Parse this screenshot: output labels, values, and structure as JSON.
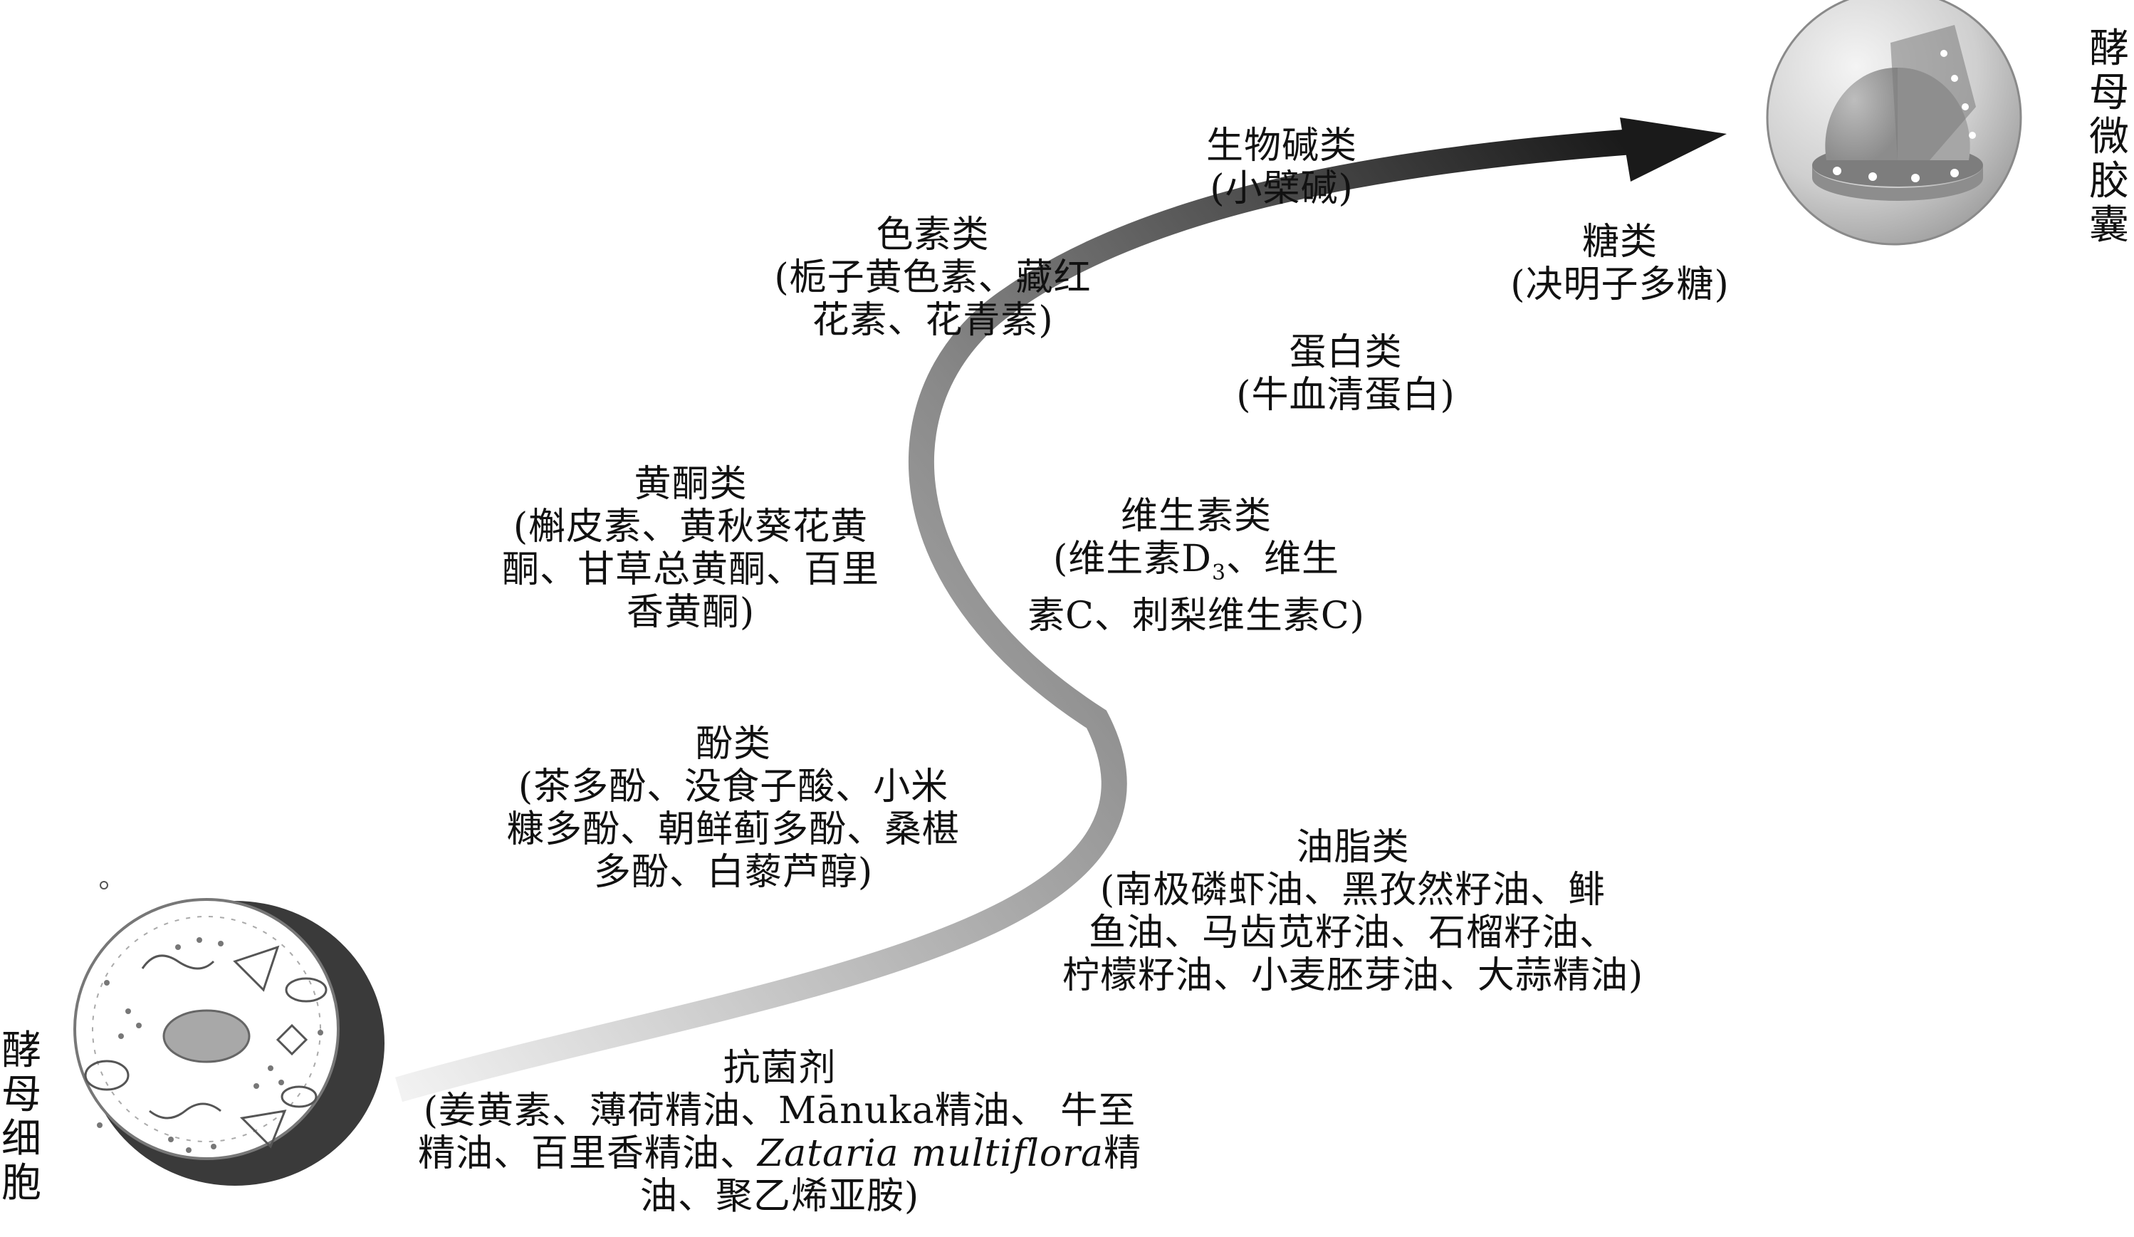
{
  "cells": {
    "yeast_cell_label": "酵母细胞",
    "yeast_microcapsule_label": "酵母微胶囊"
  },
  "groups": {
    "antibacterial": {
      "title": "抗菌剂",
      "line1": "(姜黄素、薄荷精油、Mānuka精油、 牛至",
      "line2a": "精油、百里香精油、",
      "line2_italic": "Zataria multiflora",
      "line2b": "精",
      "line3": "油、聚乙烯亚胺)"
    },
    "phenols": {
      "title": "酚类",
      "line1": "(茶多酚、没食子酸、小米",
      "line2": "糠多酚、朝鲜蓟多酚、桑椹",
      "line3": "多酚、白藜芦醇)"
    },
    "flavonoids": {
      "title": "黄酮类",
      "line1": "(槲皮素、黄秋葵花黄",
      "line2": "酮、甘草总黄酮、百里",
      "line3": "香黄酮)"
    },
    "pigments": {
      "title": "色素类",
      "line1": "(栀子黄色素、藏红",
      "line2": "花素、花青素)"
    },
    "alkaloids": {
      "title": "生物碱类",
      "line1": "(小檗碱)"
    },
    "sugars": {
      "title": "糖类",
      "line1": "(决明子多糖)"
    },
    "proteins": {
      "title": "蛋白类",
      "line1": "(牛血清蛋白)"
    },
    "vitamins": {
      "title": "维生素类",
      "line1a": "(维生素D",
      "line1_sub": "3",
      "line1b": "、维生",
      "line2": "素C、刺梨维生素C)"
    },
    "oils": {
      "title": "油脂类",
      "line1": "(南极磷虾油、黑孜然籽油、鲱",
      "line2": "鱼油、马齿苋籽油、石榴籽油、",
      "line3": "柠檬籽油、小麦胚芽油、大蒜精油)"
    }
  },
  "colors": {
    "arrow_start": "#f2f2f2",
    "arrow_end": "#1a1a1a",
    "cell_outer": "#3a3a3a",
    "capsule_shell": "#c8c8c8"
  }
}
